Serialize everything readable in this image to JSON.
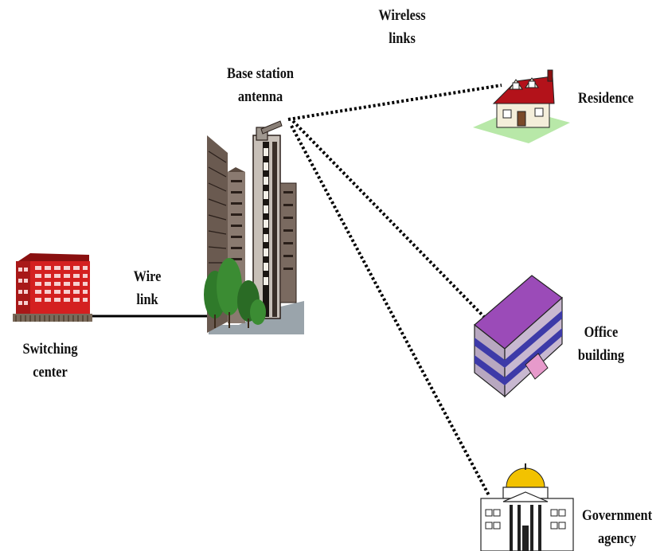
{
  "labels": {
    "wireless_links": [
      "Wireless",
      "links"
    ],
    "base_station": [
      "Base station",
      "antenna"
    ],
    "residence": "Residence",
    "wire_link": [
      "Wire",
      "link"
    ],
    "switching_center": [
      "Switching",
      "center"
    ],
    "office_building": [
      "Office",
      "building"
    ],
    "government_agency": [
      "Government",
      "agency"
    ]
  },
  "colors": {
    "wireless_link": "#000000",
    "wire_link": "#000000",
    "switching_center_building": "#d42020",
    "office_roof": "#9b4bb8",
    "office_band": "#3d3aa8",
    "residence_roof": "#b3121a",
    "residence_lawn": "#b8e8a8",
    "government_dome": "#f2c200",
    "tower_ground": "#9aa4ab"
  }
}
